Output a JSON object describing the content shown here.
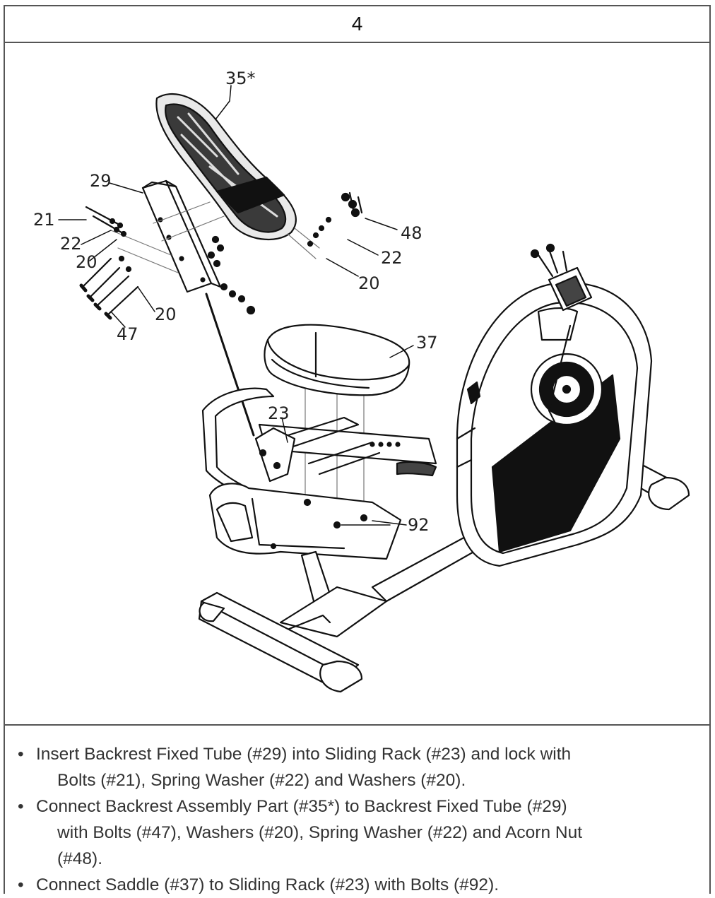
{
  "step": {
    "number": "4"
  },
  "callouts": {
    "c35": "35*",
    "c29": "29",
    "c21": "21",
    "c22a": "22",
    "c20a": "20",
    "c20b": "20",
    "c47": "47",
    "c48": "48",
    "c22b": "22",
    "c20c": "20",
    "c37": "37",
    "c23": "23",
    "c92": "92"
  },
  "instructions": [
    {
      "bullet": "•",
      "line1": "Insert Backrest Fixed Tube (#29) into Sliding Rack (#23) and lock with",
      "line2": "Bolts (#21), Spring Washer (#22) and Washers (#20).",
      "line3": ""
    },
    {
      "bullet": "•",
      "line1": "Connect Backrest Assembly Part (#35*) to Backrest Fixed Tube (#29)",
      "line2": "with Bolts (#47), Washers (#20), Spring Washer (#22) and Acorn Nut",
      "line3": "(#48)."
    },
    {
      "bullet": "•",
      "line1": "Connect Saddle (#37) to Sliding Rack (#23) with Bolts (#92).",
      "line2": "",
      "line3": ""
    }
  ]
}
